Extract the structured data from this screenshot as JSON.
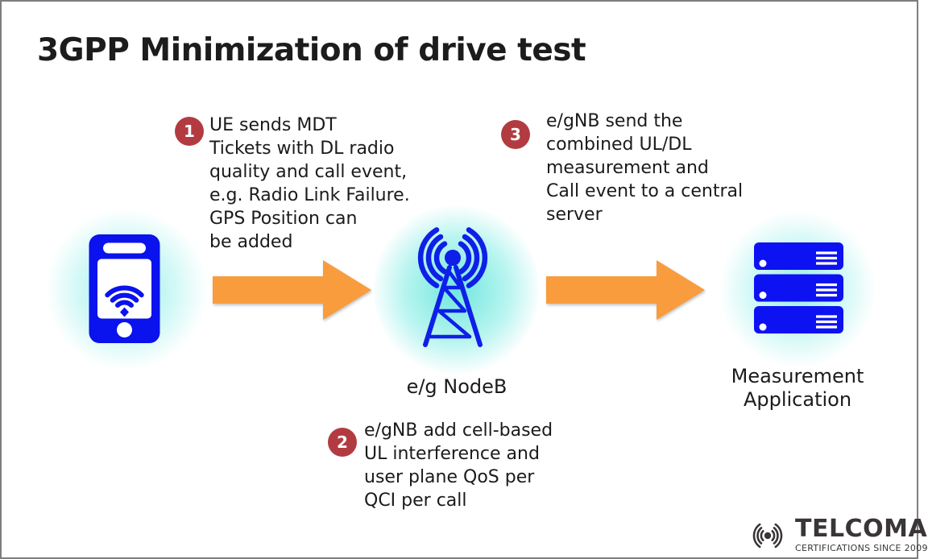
{
  "title": "3GPP Minimization of drive test",
  "notes": [
    {
      "number": "1",
      "text": "UE sends MDT\nTickets with DL radio\nquality and call event,\ne.g. Radio Link Failure.\nGPS Position can\nbe added"
    },
    {
      "number": "2",
      "text": "e/gNB add cell-based\nUL interference and\nuser plane QoS per\nQCI per call"
    },
    {
      "number": "3",
      "text": "e/gNB send the\ncombined UL/DL\nmeasurement and\nCall event to a central\nserver"
    }
  ],
  "nodes": [
    {
      "id": "ue",
      "icon": "smartphone-wifi-icon"
    },
    {
      "id": "enodeb",
      "icon": "cell-tower-icon",
      "label": "e/g NodeB"
    },
    {
      "id": "server",
      "icon": "server-stack-icon",
      "label": "Measurement\nApplication"
    }
  ],
  "arrows": [
    {
      "from": "ue",
      "to": "enodeb"
    },
    {
      "from": "enodeb",
      "to": "server"
    }
  ],
  "logo": {
    "icon": "signal-waves-icon",
    "brand": "TELCOMA",
    "tagline": "CERTIFICATIONS SINCE 2009"
  },
  "colors": {
    "badge_red": "#b23b41",
    "arrow_orange": "#f89c3e",
    "icon_blue": "#0a12ee",
    "glow_teal": "#7debe3",
    "text_dark": "#1b1b1b",
    "logo_gray": "#3a3536",
    "border_gray": "#7e7e7e"
  }
}
